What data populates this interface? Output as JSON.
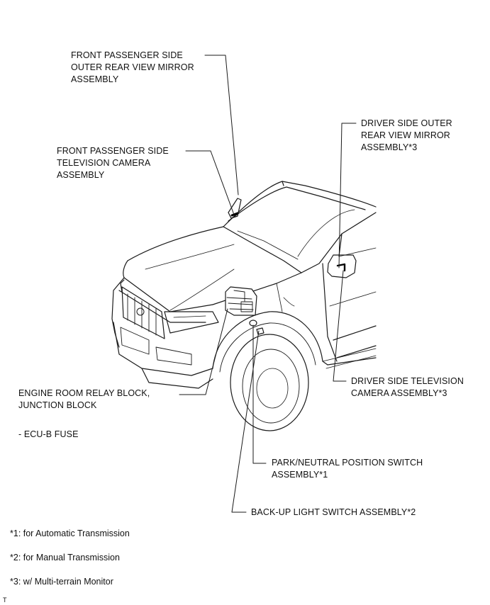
{
  "callouts": {
    "front_passenger_mirror": [
      "FRONT PASSENGER SIDE",
      "OUTER REAR VIEW MIRROR",
      "ASSEMBLY"
    ],
    "front_passenger_camera": [
      "FRONT PASSENGER SIDE",
      "TELEVISION CAMERA",
      "ASSEMBLY"
    ],
    "driver_mirror": [
      "DRIVER SIDE OUTER",
      "REAR VIEW MIRROR",
      "ASSEMBLY*3"
    ],
    "driver_camera": [
      "DRIVER SIDE TELEVISION",
      "CAMERA ASSEMBLY*3"
    ],
    "relay_block": [
      "ENGINE ROOM RELAY BLOCK,",
      "JUNCTION BLOCK"
    ],
    "ecu_fuse": "- ECU-B FUSE",
    "park_neutral_switch": [
      "PARK/NEUTRAL POSITION SWITCH",
      "ASSEMBLY*1"
    ],
    "backup_switch": "BACK-UP LIGHT SWITCH ASSEMBLY*2"
  },
  "footnotes": [
    "*1: for Automatic Transmission",
    "*2: for Manual Transmission",
    "*3: w/ Multi-terrain Monitor"
  ],
  "corner_mark": "T"
}
